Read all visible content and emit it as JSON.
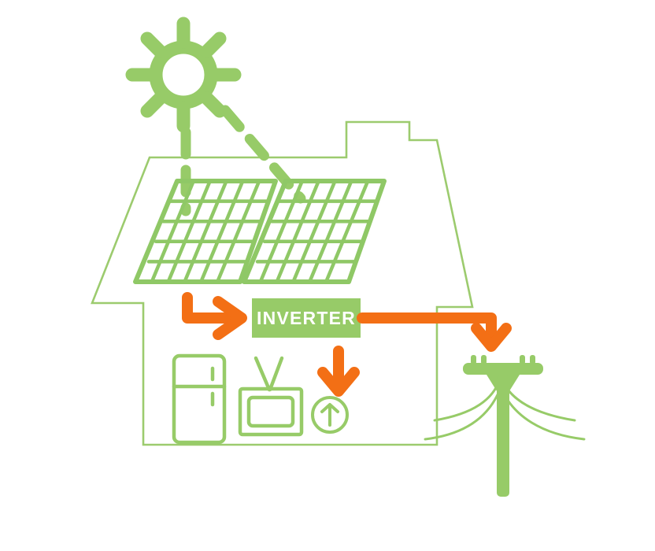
{
  "diagram": {
    "title": "Residential Solar Power System Flow",
    "colors": {
      "green": "#97CB68",
      "green_outline": "#9CCB6E",
      "orange": "#F36F15",
      "background": "#FFFFFF",
      "label_text": "#FFFFFF"
    },
    "labels": {
      "inverter": "INVERTER"
    },
    "components": [
      {
        "id": "sun",
        "name": "sun-icon",
        "label": "Sun",
        "rays": 8
      },
      {
        "id": "sun-ray-vertical",
        "name": "sun-ray-dashed-vertical",
        "label": "Sunlight ray"
      },
      {
        "id": "sun-ray-diagonal",
        "name": "sun-ray-dashed-diagonal",
        "label": "Sunlight ray"
      },
      {
        "id": "house",
        "name": "house-outline",
        "label": "House"
      },
      {
        "id": "solar-panel-left",
        "name": "solar-panel-left",
        "label": "Solar panel",
        "rows": 5,
        "columns": 6
      },
      {
        "id": "solar-panel-right",
        "name": "solar-panel-right",
        "label": "Solar panel",
        "rows": 5,
        "columns": 6
      },
      {
        "id": "inverter",
        "name": "inverter-box",
        "label": "INVERTER"
      },
      {
        "id": "fridge",
        "name": "refrigerator-icon",
        "label": "Refrigerator"
      },
      {
        "id": "tv",
        "name": "television-icon",
        "label": "Television"
      },
      {
        "id": "outlet",
        "name": "power-outlet-icon",
        "label": "Power outlet"
      },
      {
        "id": "utility-pole",
        "name": "utility-pole-icon",
        "label": "Utility pole"
      }
    ],
    "flows": [
      {
        "id": "panels-to-inverter",
        "name": "arrow-panels-to-inverter",
        "from": "solar-panels",
        "to": "inverter",
        "direction": "right"
      },
      {
        "id": "inverter-to-appliances",
        "name": "arrow-inverter-to-appliances",
        "from": "inverter",
        "to": "appliances",
        "direction": "down"
      },
      {
        "id": "inverter-to-grid",
        "name": "arrow-inverter-to-grid",
        "from": "inverter",
        "to": "utility-pole",
        "direction": "right-down"
      }
    ]
  }
}
